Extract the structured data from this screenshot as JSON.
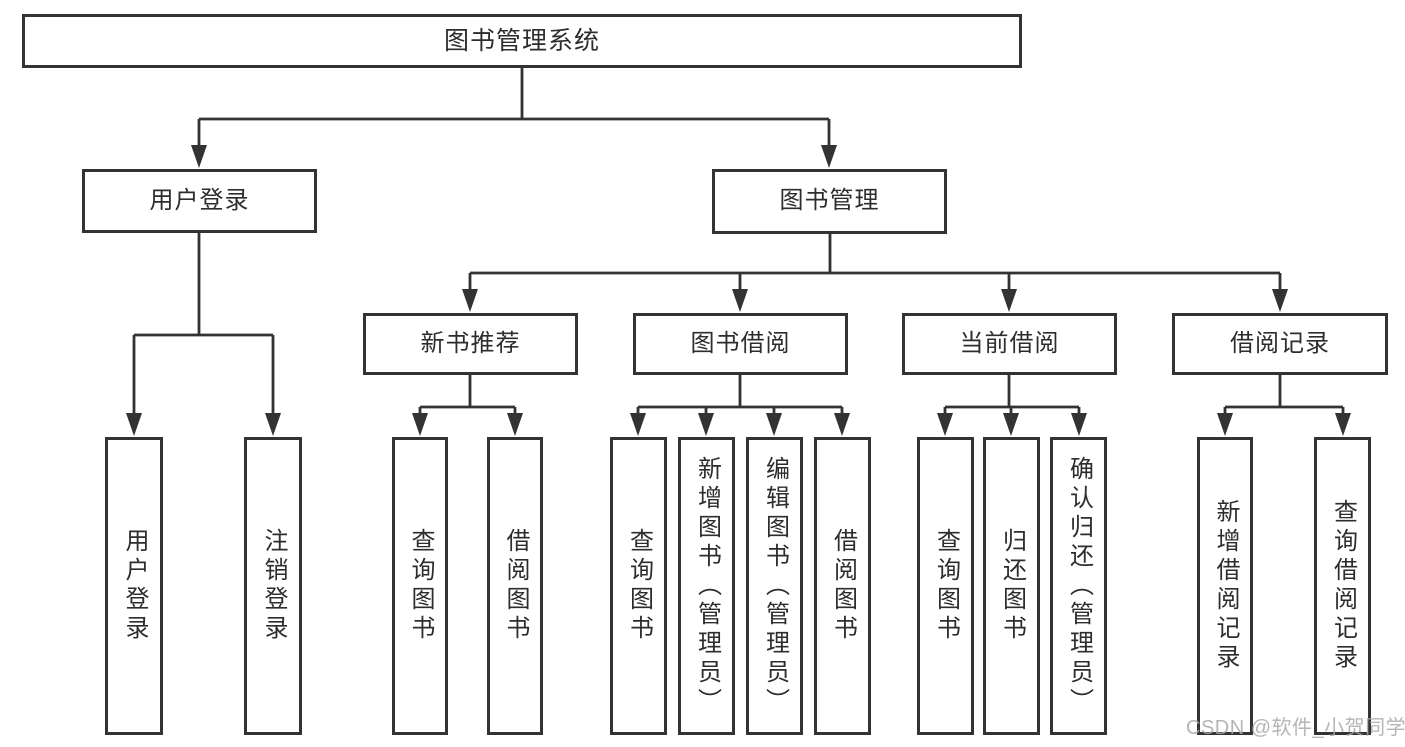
{
  "diagram_title": "图书管理系统",
  "org_tree": {
    "root": {
      "label": "图书管理系统",
      "children": [
        {
          "label": "用户登录",
          "children": [
            {
              "label": "用户登录"
            },
            {
              "label": "注销登录"
            }
          ]
        },
        {
          "label": "图书管理",
          "children": [
            {
              "label": "新书推荐",
              "children": [
                {
                  "label": "查询图书"
                },
                {
                  "label": "借阅图书"
                }
              ]
            },
            {
              "label": "图书借阅",
              "children": [
                {
                  "label": "查询图书"
                },
                {
                  "label": "新增图书（管理员）"
                },
                {
                  "label": "编辑图书（管理员）"
                },
                {
                  "label": "借阅图书"
                }
              ]
            },
            {
              "label": "当前借阅",
              "children": [
                {
                  "label": "查询图书"
                },
                {
                  "label": "归还图书"
                },
                {
                  "label": "确认归还（管理员）"
                }
              ]
            },
            {
              "label": "借阅记录",
              "children": [
                {
                  "label": "新增借阅记录"
                },
                {
                  "label": "查询借阅记录"
                }
              ]
            }
          ]
        }
      ]
    }
  },
  "watermark": "CSDN @软件_小贺同学",
  "colors": {
    "line": "#333333",
    "box_border": "#333333",
    "text": "#2d2d2d",
    "watermark": "#a9a9a9",
    "background": "#ffffff"
  }
}
